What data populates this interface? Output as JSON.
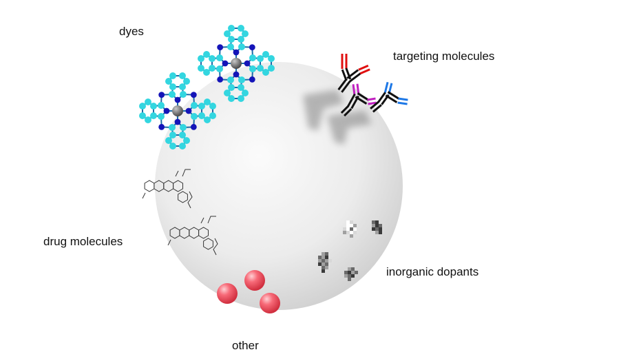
{
  "labels": {
    "dyes": "dyes",
    "targeting": "targeting molecules",
    "drug": "drug molecules",
    "inorganic": "inorganic dopants",
    "other": "other"
  },
  "colors": {
    "sphere_light": "#fafafa",
    "sphere_dark": "#cfcfcf",
    "dye_carbon": "#33d6e0",
    "dye_nitrogen": "#1414b8",
    "dye_metal": "#6e6e6e",
    "antibody_black": "#111111",
    "antibody_red": "#e01010",
    "antibody_magenta": "#c020c0",
    "antibody_blue": "#1e78e6",
    "other_sphere": "#f05060"
  }
}
